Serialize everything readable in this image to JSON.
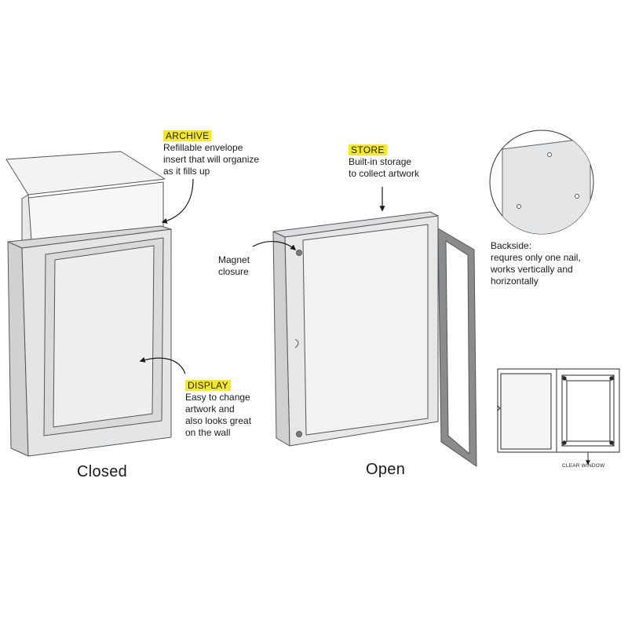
{
  "callouts": {
    "archive": {
      "tag": "ARCHIVE",
      "text": "Refillable envelope\ninsert that will organize\nas it fills up"
    },
    "store": {
      "tag": "STORE",
      "text": "Built-in storage\nto collect artwork"
    },
    "magnet": {
      "text": "Magnet\nclosure"
    },
    "display": {
      "tag": "DISPLAY",
      "text": "Easy to change\nartwork and\nalso looks great\non the wall"
    },
    "backside": {
      "text": "Backside:\nrequres only one nail,\nworks vertically and\nhorizontally"
    }
  },
  "captions": {
    "closed": "Closed",
    "open": "Open"
  },
  "inset_label": "CLEAR WINDOW",
  "colors": {
    "highlight": "#f6ea1f",
    "frame": "#e2e3e4",
    "panel": "#f1f2f3",
    "door": "#8a8b8d",
    "outline": "#2a2a2a"
  }
}
